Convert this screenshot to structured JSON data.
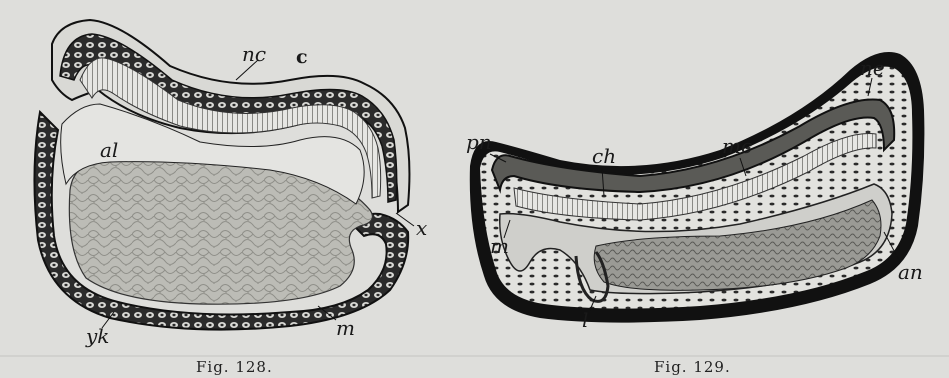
{
  "figures": [
    {
      "caption": "Fig. 128.",
      "labels": {
        "nc": "nc",
        "c": "c",
        "al": "al",
        "x": "x",
        "yk": "yk",
        "m": "m"
      }
    },
    {
      "caption": "Fig. 129.",
      "labels": {
        "pn": "pn",
        "ch": "ch",
        "mc": "mc",
        "ne": "ne",
        "m": "m",
        "l": "l",
        "an": "an"
      }
    }
  ],
  "colors": {
    "background": "#dededb",
    "ink": "#1a1a1a",
    "cell_dark": "#3a3a3a",
    "yolk": "#b9b9b4"
  }
}
